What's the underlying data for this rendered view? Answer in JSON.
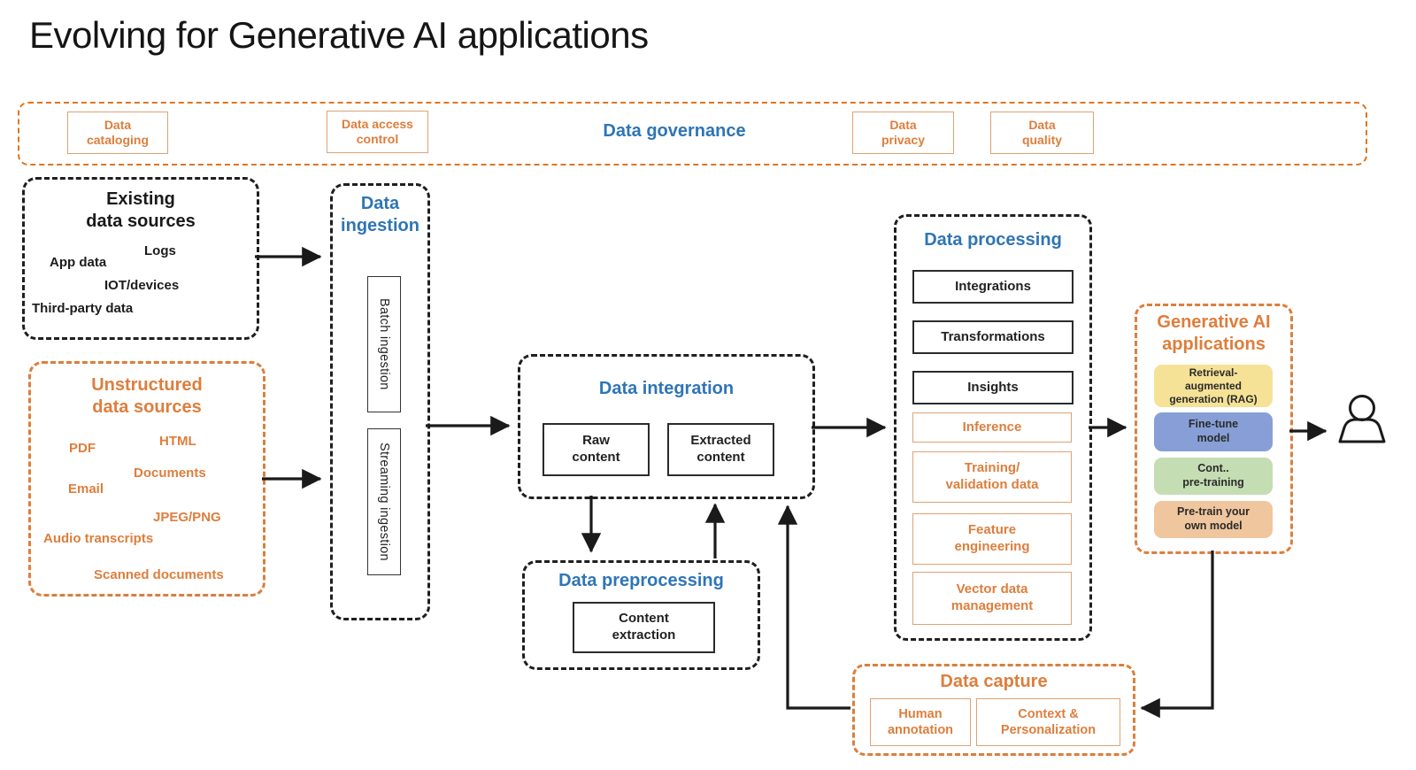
{
  "title": "Evolving for Generative AI applications",
  "colors": {
    "orange_accent": "#DD7E3C",
    "orange_band": "#E0751F",
    "blue_heading": "#2E75B6",
    "arrow_black": "#1a1a1a",
    "rag_fill": "#F5E296",
    "fine_tune_fill": "#879FD6",
    "cont_pretraining_fill": "#C5DDB3",
    "pretrain_own_fill": "#F0C69E"
  },
  "governance": {
    "title": "Data governance",
    "items": [
      "Data\ncataloging",
      "Data access\ncontrol",
      "Data\nprivacy",
      "Data\nquality"
    ]
  },
  "existing_sources": {
    "title": "Existing\ndata sources",
    "items": [
      "Logs",
      "App data",
      "IOT/devices",
      "Third-party data"
    ]
  },
  "unstructured_sources": {
    "title": "Unstructured\ndata sources",
    "items": [
      "PDF",
      "HTML",
      "Documents",
      "Email",
      "JPEG/PNG",
      "Audio transcripts",
      "Scanned documents"
    ]
  },
  "ingestion": {
    "title": "Data\ningestion",
    "items": [
      "Batch ingestion",
      "Streaming ingestion"
    ]
  },
  "integration": {
    "title": "Data integration",
    "items": [
      "Raw\ncontent",
      "Extracted\ncontent"
    ]
  },
  "preprocessing": {
    "title": "Data preprocessing",
    "items": [
      "Content\nextraction"
    ]
  },
  "processing": {
    "title": "Data processing",
    "black_items": [
      "Integrations",
      "Transformations",
      "Insights"
    ],
    "orange_items": [
      "Inference",
      "Training/\nvalidation data",
      "Feature\nengineering",
      "Vector data\nmanagement"
    ]
  },
  "genai": {
    "title": "Generative AI\napplications",
    "items": [
      "Retrieval-\naugmented\ngeneration (RAG)",
      "Fine-tune\nmodel",
      "Cont..\npre-training",
      "Pre-train your\nown model"
    ]
  },
  "capture": {
    "title": "Data capture",
    "items": [
      "Human\nannotation",
      "Context &\nPersonalization"
    ]
  }
}
